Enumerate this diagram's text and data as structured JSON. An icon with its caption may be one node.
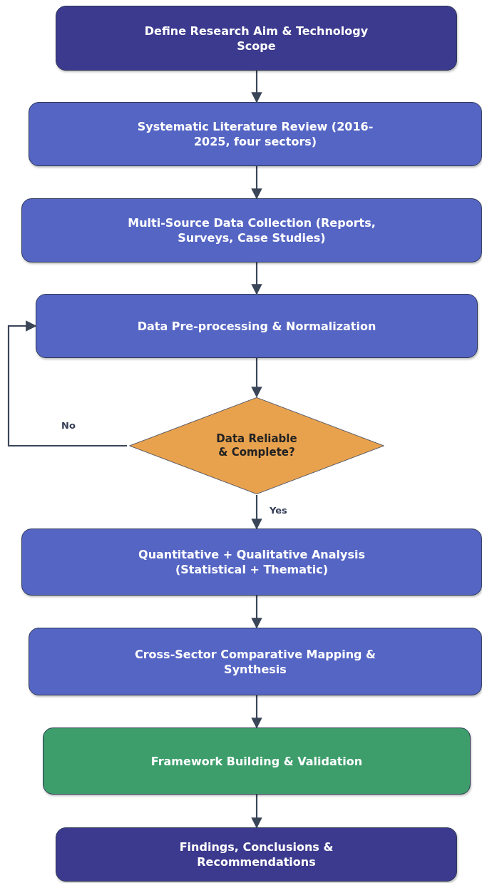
{
  "diagram": {
    "nodes": [
      {
        "text": [
          "Define Research Aim & Technology Scope"
        ]
      },
      {
        "text": [
          "Systematic Literature Review (2016-2025, four sectors)"
        ]
      },
      {
        "text": [
          "Multi-Source Data Collection (Reports, Surveys, Case Studies)"
        ]
      },
      {
        "text": [
          "Data Pre-processing & Normalization"
        ]
      },
      {
        "text": [
          "Data Reliable & Complete?"
        ]
      },
      {
        "text": [
          "Quantitative + Qualitative Analysis (Statistical + Thematic)"
        ]
      },
      {
        "text": [
          "Cross-Sector Comparative Mapping & Synthesis"
        ]
      },
      {
        "text": [
          "Framework Building & Validation"
        ]
      },
      {
        "text": [
          "Findings, Conclusions & Recommendations"
        ]
      }
    ],
    "edges": [
      {
        "from": 0,
        "to": 1,
        "arrow": "to"
      },
      {
        "from": 1,
        "to": 2,
        "arrow": "to"
      },
      {
        "from": 2,
        "to": 3,
        "arrow": "to"
      },
      {
        "from": 3,
        "to": 4,
        "arrow": "to"
      },
      {
        "from": 4,
        "to": 3,
        "arrow": "to",
        "label": "No"
      },
      {
        "from": 4,
        "to": 5,
        "arrow": "to",
        "label": "Yes"
      },
      {
        "from": 5,
        "to": 6,
        "arrow": "to"
      },
      {
        "from": 6,
        "to": 7,
        "arrow": "to"
      },
      {
        "from": 7,
        "to": 8,
        "arrow": "to"
      }
    ]
  }
}
